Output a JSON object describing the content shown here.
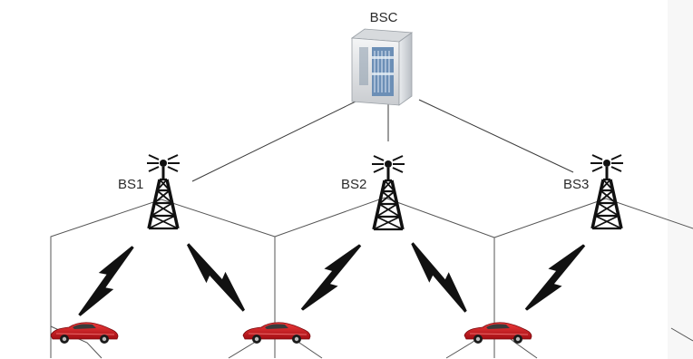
{
  "controller": {
    "label": "BSC",
    "icon": "server-icon"
  },
  "base_stations": [
    {
      "label": "BS1",
      "icon": "cell-tower-icon"
    },
    {
      "label": "BS2",
      "icon": "cell-tower-icon"
    },
    {
      "label": "BS3",
      "icon": "cell-tower-icon"
    }
  ],
  "vehicles": {
    "icon": "red-car-icon",
    "color": "#c8141c"
  },
  "colors": {
    "links": "#3a3a3a",
    "cells": "#555555",
    "wireless": "#111111",
    "server_body": "#cfd3d8",
    "server_panel": "#6c8fb6"
  }
}
